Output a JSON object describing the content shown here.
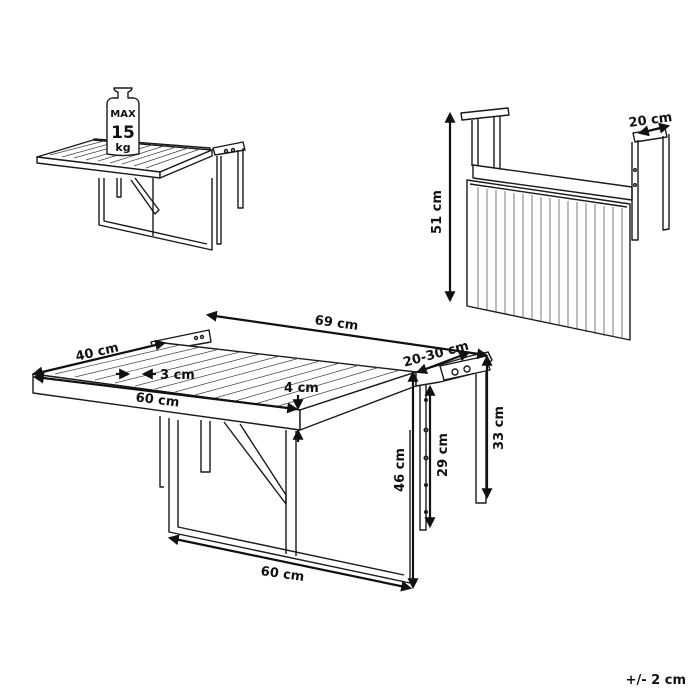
{
  "diagram": {
    "subject": "Folding wall/balcony table dimension diagram",
    "views": [
      {
        "id": "load-view",
        "description": "Table unfolded with weight on top",
        "weight_label": {
          "line1": "MAX",
          "line2": "15",
          "line3": "kg"
        }
      },
      {
        "id": "folded-view",
        "description": "Table folded down",
        "dimensions": {
          "height": "51 cm",
          "hook_depth": "20 cm"
        }
      },
      {
        "id": "main-view",
        "description": "Table unfolded, dimensioned",
        "dimensions": {
          "overall_depth": "69 cm",
          "top_depth": "40 cm",
          "slat_gap": "3 cm",
          "top_width": "60 cm",
          "top_thickness": "4 cm",
          "hook_range": "20-30 cm",
          "hook_leg": "33 cm",
          "bracket_adjust": "29 cm",
          "frame_height": "46 cm",
          "frame_width": "60 cm"
        }
      }
    ],
    "tolerance": "+/- 2 cm"
  }
}
